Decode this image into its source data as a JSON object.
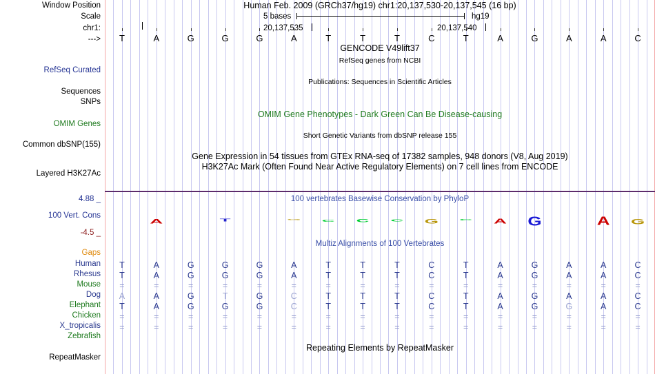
{
  "browser": {
    "assembly_label": "hg19",
    "window_position": "Human Feb. 2009 (GRCh37/hg19)   chr1:20,137,530-20,137,545 (16 bp)",
    "scale_label": "5 bases",
    "position_left": "20,137,535",
    "position_right": "20,137,540",
    "strand_arrow": "--->"
  },
  "side_labels": {
    "window_position": "Window Position",
    "scale": "Scale",
    "chrom": "chr1:",
    "strand": "--->",
    "refseq_curated": "RefSeq Curated",
    "sequences": "Sequences",
    "snps": "SNPs",
    "omim_genes": "OMIM Genes",
    "common_dbsnp": "Common dbSNP(155)",
    "layered_h3k27ac": "Layered H3K27Ac",
    "cons_max": "4.88 _",
    "cons_name": "100 Vert. Cons",
    "cons_min": "-4.5 _",
    "gaps": "Gaps",
    "repeatmasker": "RepeatMasker"
  },
  "track_titles": {
    "gencode": "GENCODE V49lift37",
    "refseq_ncbi": "RefSeq genes from NCBI",
    "publications": "Publications: Sequences in Scientific Articles",
    "omim": "OMIM Gene Phenotypes - Dark Green Can Be Disease-causing",
    "dbsnp": "Short Genetic Variants from dbSNP release 155",
    "gtex": "Gene Expression in 54 tissues from GTEx RNA-seq of 17382 samples, 948 donors (V8, Aug 2019)",
    "h3k27ac": "H3K27Ac Mark (Often Found Near Active Regulatory Elements) on 7 cell lines from ENCODE",
    "phylop": "100 vertebrates Basewise Conservation by PhyloP",
    "multiz": "Multiz Alignments of 100 Vertebrates",
    "repeatmasker": "Repeating Elements by RepeatMasker"
  },
  "sequence": {
    "reference": [
      "T",
      "A",
      "G",
      "G",
      "G",
      "A",
      "T",
      "T",
      "T",
      "C",
      "T",
      "A",
      "G",
      "A",
      "A",
      "C"
    ]
  },
  "species_rows": [
    {
      "name": "Human",
      "color": "#2b3a8f",
      "bases": [
        "T",
        "A",
        "G",
        "G",
        "G",
        "A",
        "T",
        "T",
        "T",
        "C",
        "T",
        "A",
        "G",
        "A",
        "A",
        "C"
      ],
      "faint": [
        false,
        false,
        false,
        false,
        false,
        false,
        false,
        false,
        false,
        false,
        false,
        false,
        false,
        false,
        false,
        false
      ]
    },
    {
      "name": "Rhesus",
      "color": "#2b3a8f",
      "bases": [
        "T",
        "A",
        "G",
        "G",
        "G",
        "A",
        "T",
        "T",
        "T",
        "C",
        "T",
        "A",
        "G",
        "A",
        "A",
        "C"
      ],
      "faint": [
        false,
        false,
        false,
        false,
        false,
        false,
        false,
        false,
        false,
        false,
        false,
        false,
        false,
        false,
        false,
        false
      ]
    },
    {
      "name": "Mouse",
      "color": "#1e7a1e",
      "bases": [
        "=",
        "=",
        "=",
        "=",
        "=",
        "=",
        "=",
        "=",
        "=",
        "=",
        "=",
        "=",
        "=",
        "=",
        "=",
        "="
      ],
      "faint": [
        true,
        true,
        true,
        true,
        true,
        true,
        true,
        true,
        true,
        true,
        true,
        true,
        true,
        true,
        true,
        true
      ]
    },
    {
      "name": "Dog",
      "color": "#2b3a8f",
      "bases": [
        "A",
        "A",
        "G",
        "T",
        "G",
        "C",
        "T",
        "T",
        "T",
        "C",
        "T",
        "A",
        "G",
        "A",
        "A",
        "C"
      ],
      "faint": [
        true,
        false,
        false,
        true,
        false,
        true,
        false,
        false,
        false,
        false,
        false,
        false,
        false,
        false,
        false,
        false
      ]
    },
    {
      "name": "Elephant",
      "color": "#1e7a1e",
      "bases": [
        "T",
        "A",
        "G",
        "G",
        "G",
        "C",
        "T",
        "T",
        "T",
        "C",
        "T",
        "A",
        "G",
        "G",
        "A",
        "C"
      ],
      "faint": [
        false,
        false,
        false,
        false,
        false,
        true,
        false,
        false,
        false,
        false,
        false,
        false,
        false,
        true,
        false,
        false
      ]
    },
    {
      "name": "Chicken",
      "color": "#1e7a1e",
      "bases": [
        "=",
        "=",
        "=",
        "=",
        "=",
        "=",
        "=",
        "=",
        "=",
        "=",
        "=",
        "=",
        "=",
        "=",
        "=",
        "="
      ],
      "faint": [
        true,
        true,
        true,
        true,
        true,
        true,
        true,
        true,
        true,
        true,
        true,
        true,
        true,
        true,
        true,
        true
      ]
    },
    {
      "name": "X_tropicalis",
      "color": "#2b3a8f",
      "bases": [
        "=",
        "=",
        "=",
        "=",
        "=",
        "=",
        "=",
        "=",
        "=",
        "=",
        "=",
        "=",
        "=",
        "=",
        "=",
        "="
      ],
      "faint": [
        true,
        true,
        true,
        true,
        true,
        true,
        true,
        true,
        true,
        true,
        true,
        true,
        true,
        true,
        true,
        true
      ]
    },
    {
      "name": "Zebrafish",
      "color": "#1e7a1e",
      "bases": [
        "",
        "",
        "",
        "",
        "",
        "",
        "",
        "",
        "",
        "",
        "",
        "",
        "",
        "",
        "",
        ""
      ],
      "faint": [
        true,
        true,
        true,
        true,
        true,
        true,
        true,
        true,
        true,
        true,
        true,
        true,
        true,
        true,
        true,
        true
      ]
    }
  ],
  "conservation_glyphs": [
    {
      "base": "",
      "color": "#cc0000",
      "scale": 0.0
    },
    {
      "base": "A",
      "color": "#cc0000",
      "scale": 0.3
    },
    {
      "base": "",
      "color": "#cc0000",
      "scale": 0.0
    },
    {
      "base": "T",
      "color": "#2222cc",
      "scale": 0.18
    },
    {
      "base": "",
      "color": "#2222cc",
      "scale": 0.0
    },
    {
      "base": "G",
      "color": "#b8960a",
      "scale": 0.07
    },
    {
      "base": "C",
      "color": "#00cc33",
      "scale": 0.16
    },
    {
      "base": "C",
      "color": "#00cc33",
      "scale": 0.2
    },
    {
      "base": "C",
      "color": "#00cc33",
      "scale": 0.14
    },
    {
      "base": "G",
      "color": "#b8960a",
      "scale": 0.3
    },
    {
      "base": "C",
      "color": "#00cc33",
      "scale": 0.08
    },
    {
      "base": "A",
      "color": "#cc0000",
      "scale": 0.34
    },
    {
      "base": "G",
      "color": "#1a1ad6",
      "scale": 0.62
    },
    {
      "base": "",
      "color": "#cc0000",
      "scale": 0.0
    },
    {
      "base": "A",
      "color": "#cc0000",
      "scale": 0.58
    },
    {
      "base": "G",
      "color": "#b8960a",
      "scale": 0.36
    }
  ],
  "colors": {
    "gridline": "#c8c8f0",
    "window_boundary": "#f4a7a7",
    "separator": "#5c2b6b",
    "label_blue": "#253494",
    "label_green": "#1e7a1e",
    "label_orange": "#e08c12",
    "label_maroon": "#8b1a1a",
    "align_navy": "#2b3a8f"
  }
}
